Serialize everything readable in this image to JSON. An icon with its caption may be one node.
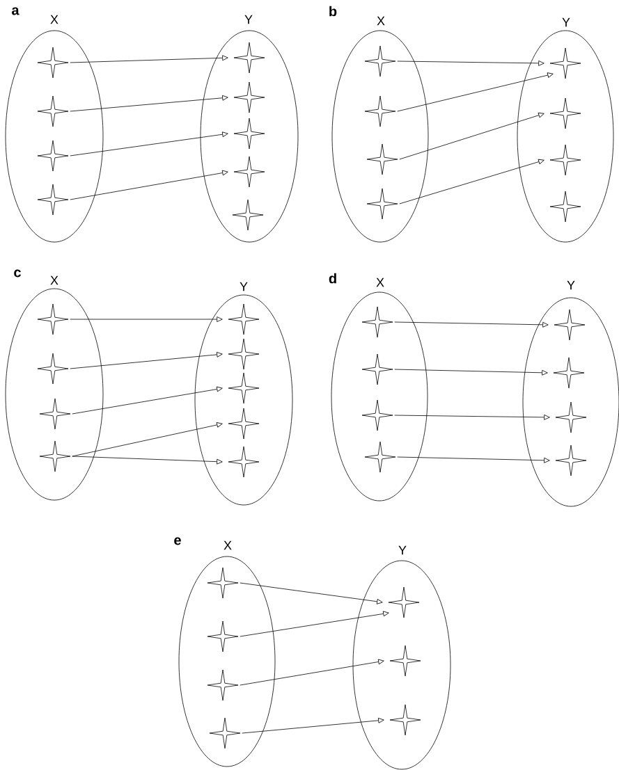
{
  "diagram": {
    "nodes": [
      {
        "text": [
          "X"
        ]
      },
      {
        "text": [],
        "shape": "star",
        "in": 0
      },
      {
        "text": [],
        "shape": "star",
        "in": 0
      },
      {
        "text": [],
        "shape": "star",
        "in": 0
      },
      {
        "text": [],
        "shape": "star",
        "in": 0
      },
      {
        "text": [
          "Y"
        ]
      },
      {
        "text": [],
        "shape": "star",
        "in": 5
      },
      {
        "text": [],
        "shape": "star",
        "in": 5
      },
      {
        "text": [],
        "shape": "star",
        "in": 5
      },
      {
        "text": [],
        "shape": "star",
        "in": 5
      },
      {
        "text": [],
        "shape": "star",
        "in": 5
      },
      {
        "text": [
          "X"
        ]
      },
      {
        "text": [],
        "shape": "star",
        "in": 11
      },
      {
        "text": [],
        "shape": "star",
        "in": 11
      },
      {
        "text": [],
        "shape": "star",
        "in": 11
      },
      {
        "text": [],
        "shape": "star",
        "in": 11
      },
      {
        "text": [
          "Y"
        ]
      },
      {
        "text": [],
        "shape": "star",
        "in": 16
      },
      {
        "text": [],
        "shape": "star",
        "in": 16
      },
      {
        "text": [],
        "shape": "star",
        "in": 16
      },
      {
        "text": [],
        "shape": "star",
        "in": 16
      },
      {
        "text": [
          "X"
        ]
      },
      {
        "text": [],
        "shape": "star",
        "in": 21
      },
      {
        "text": [],
        "shape": "star",
        "in": 21
      },
      {
        "text": [],
        "shape": "star",
        "in": 21
      },
      {
        "text": [],
        "shape": "star",
        "in": 21
      },
      {
        "text": [
          "Y"
        ]
      },
      {
        "text": [],
        "shape": "star",
        "in": 26
      },
      {
        "text": [],
        "shape": "star",
        "in": 26
      },
      {
        "text": [],
        "shape": "star",
        "in": 26
      },
      {
        "text": [],
        "shape": "star",
        "in": 26
      },
      {
        "text": [],
        "shape": "star",
        "in": 26
      },
      {
        "text": [
          "X"
        ]
      },
      {
        "text": [],
        "shape": "star",
        "in": 32
      },
      {
        "text": [],
        "shape": "star",
        "in": 32
      },
      {
        "text": [],
        "shape": "star",
        "in": 32
      },
      {
        "text": [],
        "shape": "star",
        "in": 32
      },
      {
        "text": [
          "Y"
        ]
      },
      {
        "text": [],
        "shape": "star",
        "in": 37
      },
      {
        "text": [],
        "shape": "star",
        "in": 37
      },
      {
        "text": [],
        "shape": "star",
        "in": 37
      },
      {
        "text": [],
        "shape": "star",
        "in": 37
      },
      {
        "text": [
          "X"
        ]
      },
      {
        "text": [],
        "shape": "star",
        "in": 42
      },
      {
        "text": [],
        "shape": "star",
        "in": 42
      },
      {
        "text": [],
        "shape": "star",
        "in": 42
      },
      {
        "text": [],
        "shape": "star",
        "in": 42
      },
      {
        "text": [
          "Y"
        ]
      },
      {
        "text": [],
        "shape": "star",
        "in": 47
      },
      {
        "text": [],
        "shape": "star",
        "in": 47
      },
      {
        "text": [],
        "shape": "star",
        "in": 47
      }
    ],
    "edges": [
      {
        "from": 1,
        "to": 6,
        "arrow": "to"
      },
      {
        "from": 2,
        "to": 7,
        "arrow": "to"
      },
      {
        "from": 3,
        "to": 8,
        "arrow": "to"
      },
      {
        "from": 4,
        "to": 9,
        "arrow": "to"
      },
      {
        "from": 12,
        "to": 17,
        "arrow": "to"
      },
      {
        "from": 13,
        "to": 17,
        "arrow": "to"
      },
      {
        "from": 14,
        "to": 18,
        "arrow": "to"
      },
      {
        "from": 15,
        "to": 19,
        "arrow": "to"
      },
      {
        "from": 22,
        "to": 27,
        "arrow": "to"
      },
      {
        "from": 23,
        "to": 28,
        "arrow": "to"
      },
      {
        "from": 24,
        "to": 29,
        "arrow": "to"
      },
      {
        "from": 25,
        "to": 30,
        "arrow": "to"
      },
      {
        "from": 25,
        "to": 31,
        "arrow": "to"
      },
      {
        "from": 33,
        "to": 38,
        "arrow": "to"
      },
      {
        "from": 34,
        "to": 39,
        "arrow": "to"
      },
      {
        "from": 35,
        "to": 40,
        "arrow": "to"
      },
      {
        "from": 36,
        "to": 41,
        "arrow": "to"
      },
      {
        "from": 43,
        "to": 48,
        "arrow": "to"
      },
      {
        "from": 44,
        "to": 48,
        "arrow": "to"
      },
      {
        "from": 45,
        "to": 49,
        "arrow": "to"
      },
      {
        "from": 46,
        "to": 50,
        "arrow": "to"
      }
    ],
    "labels": [
      "a",
      "b",
      "c",
      "d",
      "e"
    ]
  }
}
